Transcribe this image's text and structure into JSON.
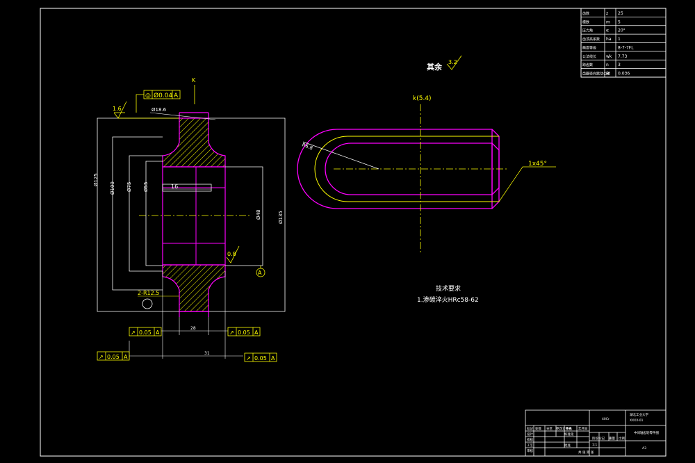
{
  "colors": {
    "background": "#000000",
    "frame": "#ffffff",
    "part": "#ff00ff",
    "dimension": "#ffff00",
    "hatch": "#ffff00",
    "centerline": "#ffff00",
    "leader": "#ffffff"
  },
  "spec_table": {
    "rows": [
      {
        "name": "齿数",
        "symbol": "z",
        "value": "25"
      },
      {
        "name": "模数",
        "symbol": "m",
        "value": "5"
      },
      {
        "name": "压力角",
        "symbol": "α",
        "value": "20°"
      },
      {
        "name": "齿顶高系数",
        "symbol": "ha",
        "value": "1"
      },
      {
        "name": "精度等级",
        "symbol": "",
        "value": "8-7-7FL"
      },
      {
        "name": "公法线长",
        "symbol": "wk",
        "value": "7.73"
      },
      {
        "name": "跨齿数",
        "symbol": "n",
        "value": "3"
      },
      {
        "name": "齿圈径向跳动公差",
        "symbol": "Fr",
        "value": "0.036"
      }
    ]
  },
  "left_view": {
    "section_mark": "K",
    "surface_finish": "1.6",
    "surface_finish_2": "0.8",
    "position_tol": {
      "symbol": "◎",
      "value": "Ø0.04",
      "datum": "A"
    },
    "face_tol_left": {
      "symbol": "↗",
      "value": "0.05",
      "datum": "A"
    },
    "face_tol_right": {
      "symbol": "↗",
      "value": "0.05",
      "datum": "A"
    },
    "runout_tol_left": {
      "symbol": "↗",
      "value": "0.05",
      "datum": "A"
    },
    "runout_tol_right": {
      "symbol": "↗",
      "value": "0.05",
      "datum": "A"
    },
    "dims": {
      "top_dia": "Ø18.6",
      "keyway": "16",
      "outer": "Ø135",
      "d1": "Ø100",
      "d2": "Ø75",
      "d3": "Ø55",
      "d4": "Ø48",
      "d5": "Ø125",
      "radius": "2-R12.5",
      "width_small": "28",
      "width_total": "31"
    },
    "datum_label": "A"
  },
  "right_view": {
    "remaining_label": "其余",
    "remaining_finish": "3.2",
    "fit_label": "k(5.4)",
    "radius_label": "R6.8",
    "chamfer_label": "1x45°",
    "tech_req_title": "技术要求",
    "tech_req_line": "1.渗碳淬火HRc58-62"
  },
  "title_block": {
    "material": "40Cr",
    "school": "湖北工业大学",
    "part_no": "XXXX-01",
    "drawing_name": "中间轴齿轮零件图",
    "scale_label": "比例",
    "sheet_label": "共 张 第 张",
    "stage_label": "阶段标记",
    "weight_label": "重量",
    "ratio_label": "比例",
    "designer": "设计",
    "checker": "校核",
    "approver": "审核",
    "craft": "工艺",
    "standard": "标准化",
    "approve": "批准",
    "mark_header": "标记",
    "count_header": "处数",
    "zone_header": "分区",
    "doc_header": "更改文件号",
    "sign_header": "签名",
    "date_header": "年月日",
    "scale_value": "1:1",
    "sheet_value": "A3"
  }
}
